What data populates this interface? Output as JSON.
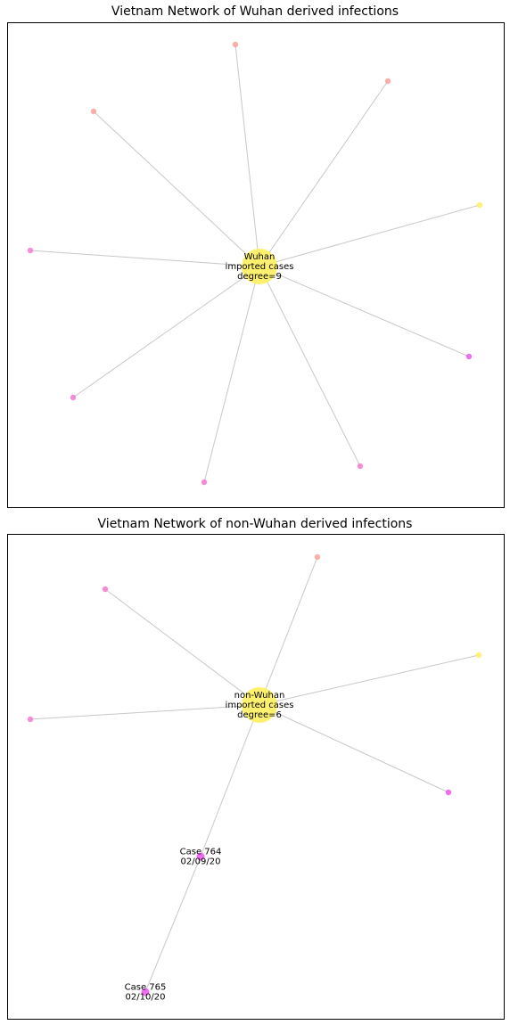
{
  "panels": [
    {
      "title": "Vietnam Network of Wuhan derived infections",
      "hub": {
        "lines": [
          "Wuhan",
          "imported cases",
          "degree=9"
        ],
        "color": "#fff060"
      },
      "leaves": [
        {
          "color": "#f7a29a"
        },
        {
          "color": "#f7a29a"
        },
        {
          "color": "#f7a29a"
        },
        {
          "color": "#fff060"
        },
        {
          "color": "#f27ad0"
        },
        {
          "color": "#ee55ee"
        },
        {
          "color": "#f27ad0"
        },
        {
          "color": "#f27ad0"
        },
        {
          "color": "#f27ad0"
        }
      ]
    },
    {
      "title": "Vietnam Network of non-Wuhan derived infections",
      "hub": {
        "lines": [
          "non-Wuhan",
          "imported cases",
          "degree=6"
        ],
        "color": "#fff060"
      },
      "leaves": [
        {
          "color": "#f7a29a"
        },
        {
          "color": "#f27ad0"
        },
        {
          "color": "#fff060"
        },
        {
          "color": "#f27ad0"
        },
        {
          "color": "#ee55ee"
        },
        {
          "color": "#ee55ee",
          "lines": [
            "Case 764",
            "02/09/20"
          ]
        },
        {
          "color": "#ee55ee",
          "lines": [
            "Case 765",
            "02/10/20"
          ]
        }
      ]
    }
  ]
}
